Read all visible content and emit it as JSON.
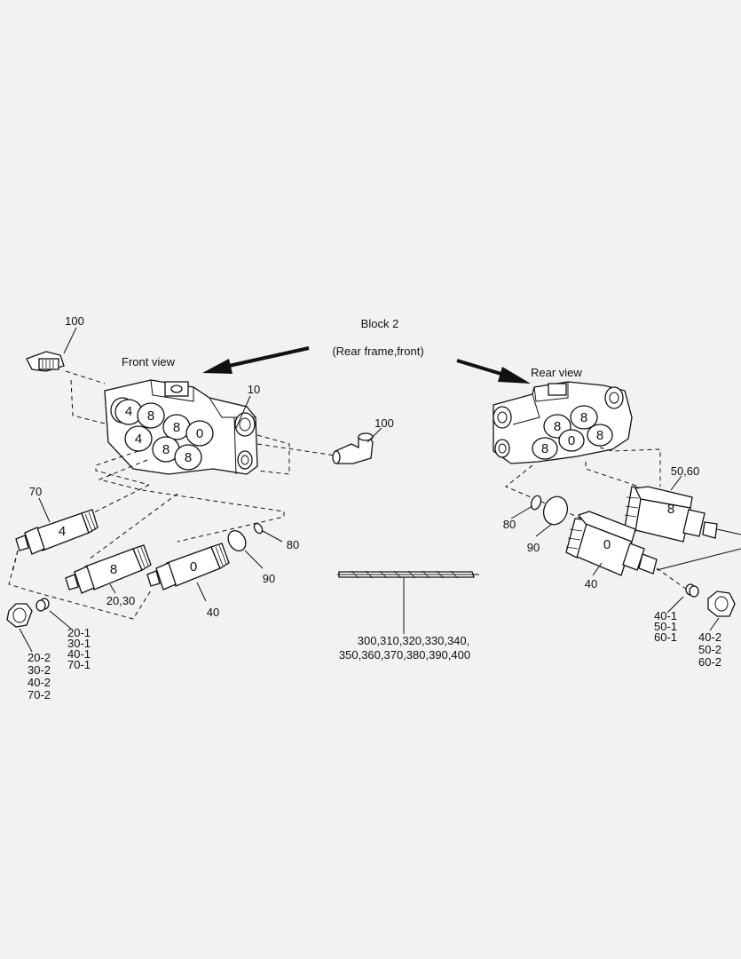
{
  "block_title": "Block 2",
  "block_subtitle": "(Rear frame,front)",
  "views": {
    "front": "Front view",
    "rear": "Rear view"
  },
  "front_ports": [
    "4",
    "8",
    "8",
    "0",
    "4",
    "8",
    "8"
  ],
  "rear_ports": [
    "8",
    "8",
    "8",
    "0",
    "8"
  ],
  "callouts": {
    "c100a": "100",
    "c100b": "100",
    "c10": "10",
    "c70": "70",
    "c20_30": "20,30",
    "c40_left": "40",
    "c90_left": "90",
    "c80_left": "80",
    "c50_60": "50,60",
    "c80_right": "80",
    "c90_right": "90",
    "c40_right": "40"
  },
  "cartridge_marks": {
    "c70": "4",
    "c20_30": "8",
    "c40_left": "0",
    "c50_60": "8",
    "c40_right": "0"
  },
  "left_nut_list": [
    "20-2",
    "30-2",
    "40-2",
    "70-2"
  ],
  "left_seal_list": [
    "20-1",
    "30-1",
    "40-1",
    "70-1"
  ],
  "right_seal_list": [
    "40-1",
    "50-1",
    "60-1"
  ],
  "right_nut_list": [
    "40-2",
    "50-2",
    "60-2"
  ],
  "harness_list": [
    "300,310,320,330,340,",
    "350,360,370,380,390,400"
  ]
}
